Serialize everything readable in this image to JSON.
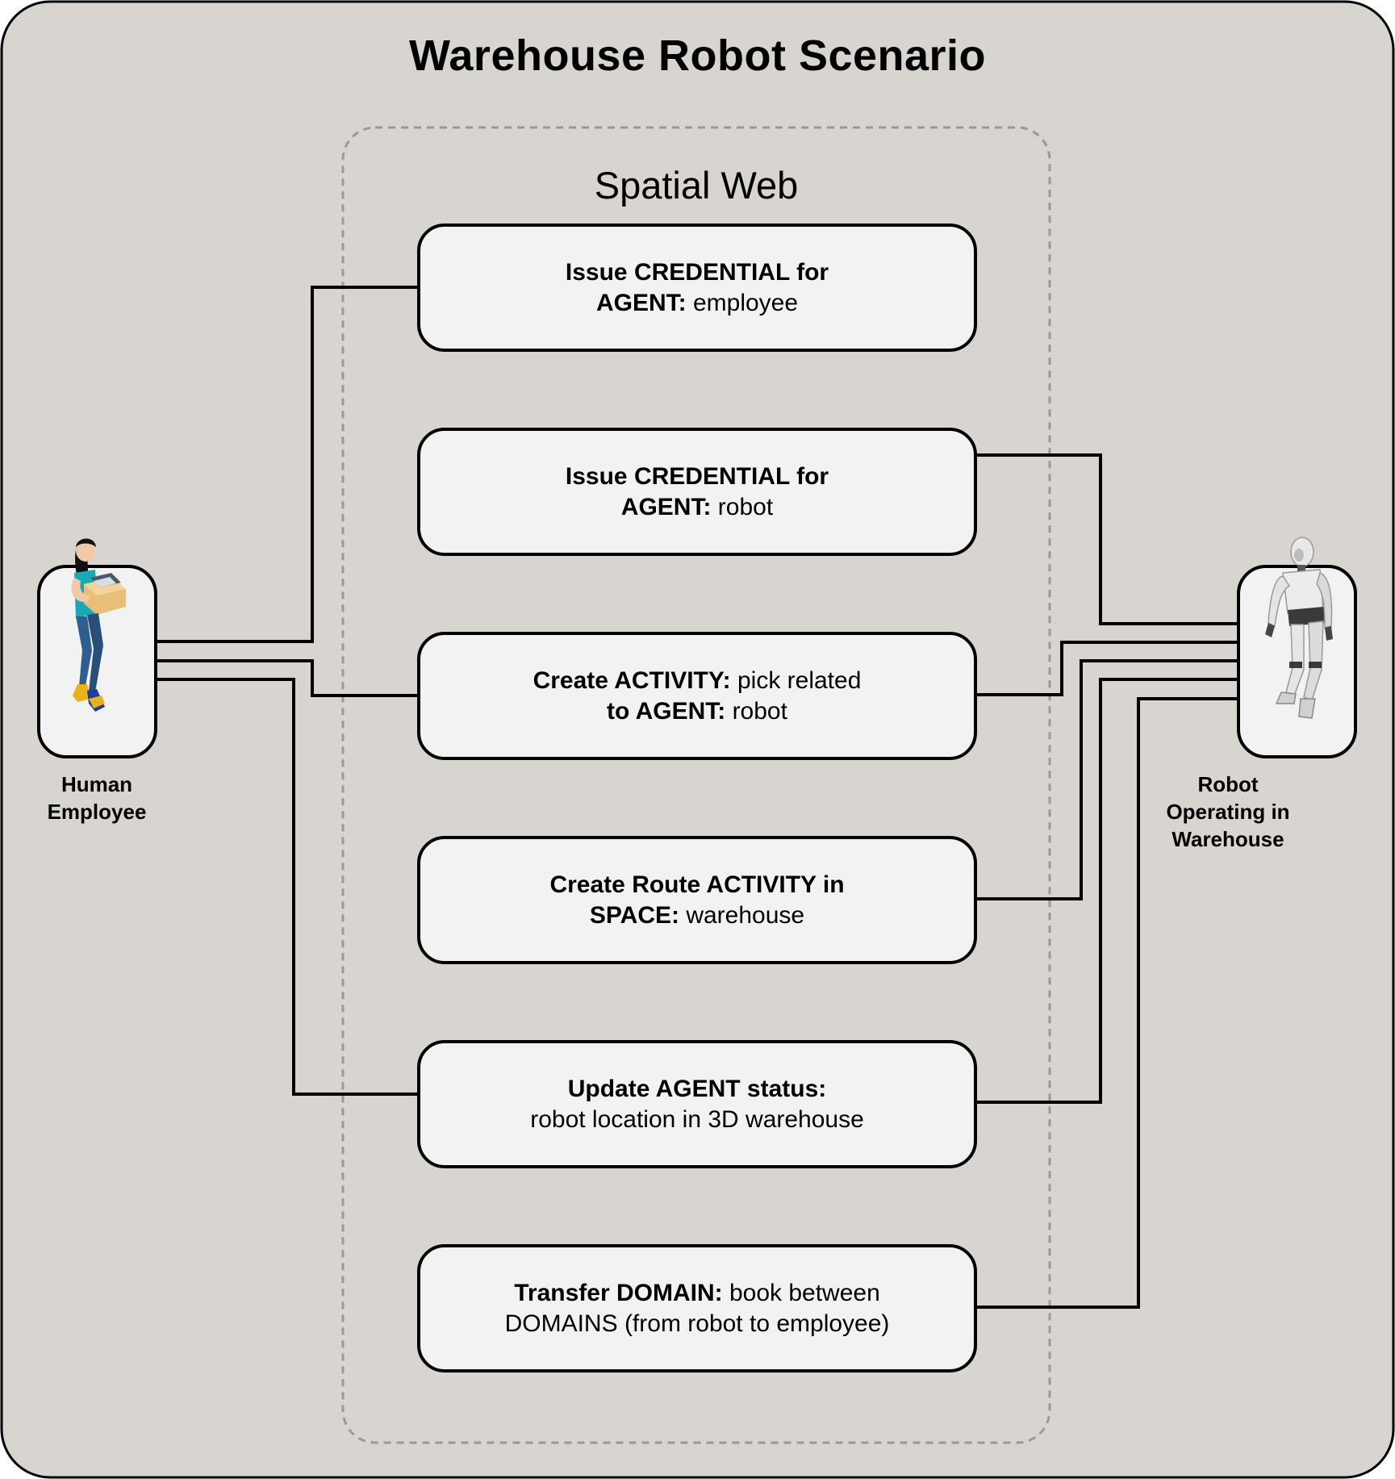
{
  "diagram": {
    "title": "Warehouse Robot Scenario",
    "group_label": "Spatial Web",
    "actors": {
      "human": {
        "label_lines": [
          "Human",
          "Employee"
        ],
        "icon": "person-carrying-box-icon"
      },
      "robot": {
        "label_lines": [
          "Robot",
          "Operating in",
          "Warehouse"
        ],
        "icon": "humanoid-robot-icon"
      }
    },
    "steps": [
      {
        "id": "step-1",
        "line1": {
          "bold": "Issue CREDENTIAL for",
          "normal": ""
        },
        "line2": {
          "bold": "AGENT:",
          "normal": " employee"
        }
      },
      {
        "id": "step-2",
        "line1": {
          "bold": "Issue CREDENTIAL for",
          "normal": ""
        },
        "line2": {
          "bold": "AGENT:",
          "normal": " robot"
        }
      },
      {
        "id": "step-3",
        "line1": {
          "bold": "Create ACTIVITY:",
          "normal": " pick related"
        },
        "line2": {
          "bold": "to AGENT:",
          "normal": " robot"
        }
      },
      {
        "id": "step-4",
        "line1": {
          "bold": "Create Route ACTIVITY in",
          "normal": ""
        },
        "line2": {
          "bold": "SPACE:",
          "normal": " warehouse"
        }
      },
      {
        "id": "step-5",
        "line1": {
          "bold": "Update AGENT status:",
          "normal": ""
        },
        "line2": {
          "bold": "",
          "normal": "robot location in 3D warehouse"
        }
      },
      {
        "id": "step-6",
        "line1": {
          "bold": "Transfer DOMAIN:",
          "normal": " book between"
        },
        "line2": {
          "bold": "",
          "normal": "DOMAINS (from robot to employee)"
        }
      }
    ],
    "connections": [
      {
        "from": "human",
        "to": "step-1"
      },
      {
        "from": "human",
        "to": "step-3"
      },
      {
        "from": "human",
        "to": "step-5"
      },
      {
        "from": "robot",
        "to": "step-2"
      },
      {
        "from": "robot",
        "to": "step-3"
      },
      {
        "from": "robot",
        "to": "step-4"
      },
      {
        "from": "robot",
        "to": "step-5"
      },
      {
        "from": "robot",
        "to": "step-6"
      }
    ],
    "colors": {
      "background": "#d8d5d0",
      "box_fill": "#f2f2f2",
      "stroke": "#000000",
      "dashed_group": "#999999"
    }
  }
}
